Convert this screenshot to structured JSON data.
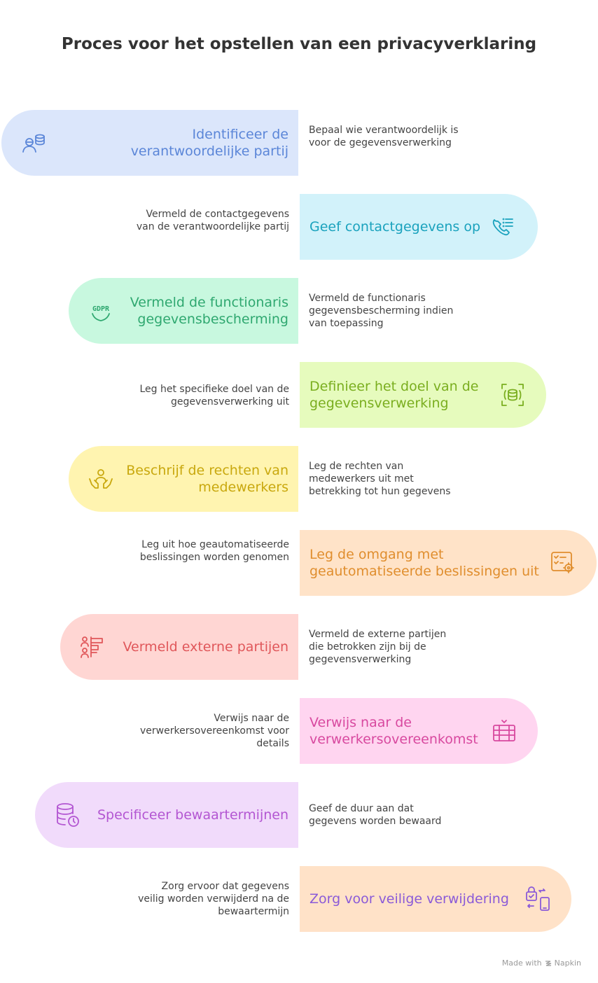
{
  "title": "Proces voor het opstellen van een privacyverklaring",
  "steps": [
    {
      "label": "Identificeer de verantwoordelijke partij",
      "description": "Bepaal wie verantwoordelijk is voor de gegevensverwerking",
      "icon": "person-database-icon",
      "color": "#5b86d8",
      "bg": "#dbe6fb"
    },
    {
      "label": "Geef contactgegevens op",
      "description": "Vermeld de contactgegevens van de verantwoordelijke partij",
      "icon": "phone-list-icon",
      "color": "#1aa2bd",
      "bg": "#d2f2fa"
    },
    {
      "label": "Vermeld de functionaris gegevensbescherming",
      "description": "Vermeld de functionaris gegevensbescherming indien van toepassing",
      "icon": "gdpr-shield-icon",
      "color": "#2fa870",
      "bg": "#c8f8df"
    },
    {
      "label": "Definieer het doel van de gegevensverwerking",
      "description": "Leg het specifieke doel van de gegevensverwerking uit",
      "icon": "database-focus-icon",
      "color": "#7aae1f",
      "bg": "#e6fbbd"
    },
    {
      "label": "Beschrijf de rechten van medewerkers",
      "description": "Leg de rechten van medewerkers uit met betrekking tot hun gegevens",
      "icon": "hands-person-icon",
      "color": "#c9a80e",
      "bg": "#fff4b0"
    },
    {
      "label": "Leg de omgang met geautomatiseerde beslissingen uit",
      "description": "Leg uit hoe geautomatiseerde beslissingen worden genomen",
      "icon": "checklist-gear-icon",
      "color": "#e08e2e",
      "bg": "#ffe3c8"
    },
    {
      "label": "Vermeld externe partijen",
      "description": "Vermeld de externe partijen die betrokken zijn bij de gegevensverwerking",
      "icon": "people-list-icon",
      "color": "#e0575a",
      "bg": "#ffd6d3"
    },
    {
      "label": "Verwijs naar de verwerkersovereenkomst",
      "description": "Verwijs naar de verwerkersovereenkomst voor details",
      "icon": "server-rack-icon",
      "color": "#d8499f",
      "bg": "#ffd5f0"
    },
    {
      "label": "Specificeer bewaartermijnen",
      "description": "Geef de duur aan dat gegevens worden bewaard",
      "icon": "database-clock-icon",
      "color": "#b356d2",
      "bg": "#f1dbfb"
    },
    {
      "label": "Zorg voor veilige verwijdering",
      "description": "Zorg ervoor dat gegevens veilig worden verwijderd na de bewaartermijn",
      "icon": "lock-device-transfer-icon",
      "color": "#8a5ad8",
      "bg": "#ffe2c8"
    }
  ],
  "footer": {
    "made_with": "Made with",
    "brand": "Napkin"
  }
}
